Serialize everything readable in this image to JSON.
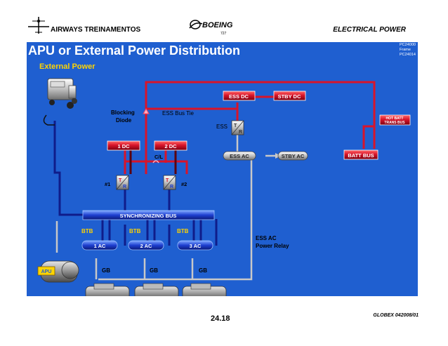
{
  "header": {
    "company": "AIRWAYS TREINAMENTOS",
    "brand": "BOEING",
    "model": "727",
    "section": "ELECTRICAL POWER"
  },
  "slide": {
    "title": "APU or External Power Distribution",
    "subtitle": "External Power",
    "meta": [
      "PC24000",
      "Frame",
      "PC24014"
    ]
  },
  "labels": {
    "ess_dc": "ESS DC",
    "stby_dc": "STBY DC",
    "blocking_diode": [
      "Blocking",
      "Diode"
    ],
    "ess_bus_tie": "ESS Bus Tie",
    "ess": "ESS",
    "tr": "T",
    "tr_r": "R",
    "dc1": "1 DC",
    "dc2": "2 DC",
    "cl": "C/L",
    "ess_ac": "ESS AC",
    "stby_ac": "STBY AC",
    "hot_batt": [
      "HOT BATT",
      "TRANS BUS"
    ],
    "batt_bus": "BATT BUS",
    "tr1": "#1",
    "tr2": "#2",
    "sync_bus": "SYNCHRONIZING BUS",
    "btb": "BTB",
    "ac1": "1 AC",
    "ac2": "2 AC",
    "ac3": "3 AC",
    "ess_relay": [
      "ESS AC",
      "Power Relay"
    ],
    "apu": "APU",
    "gb": "GB"
  },
  "colors": {
    "panel": "#1f5fd0",
    "dc_line": "#d8142a",
    "ac_line": "#0f1c8a",
    "aux_line": "#c8c8c8",
    "label_yellow": "#ffd400"
  },
  "footer": {
    "page": "24.18",
    "code": "GLOBEX 042008/01"
  }
}
